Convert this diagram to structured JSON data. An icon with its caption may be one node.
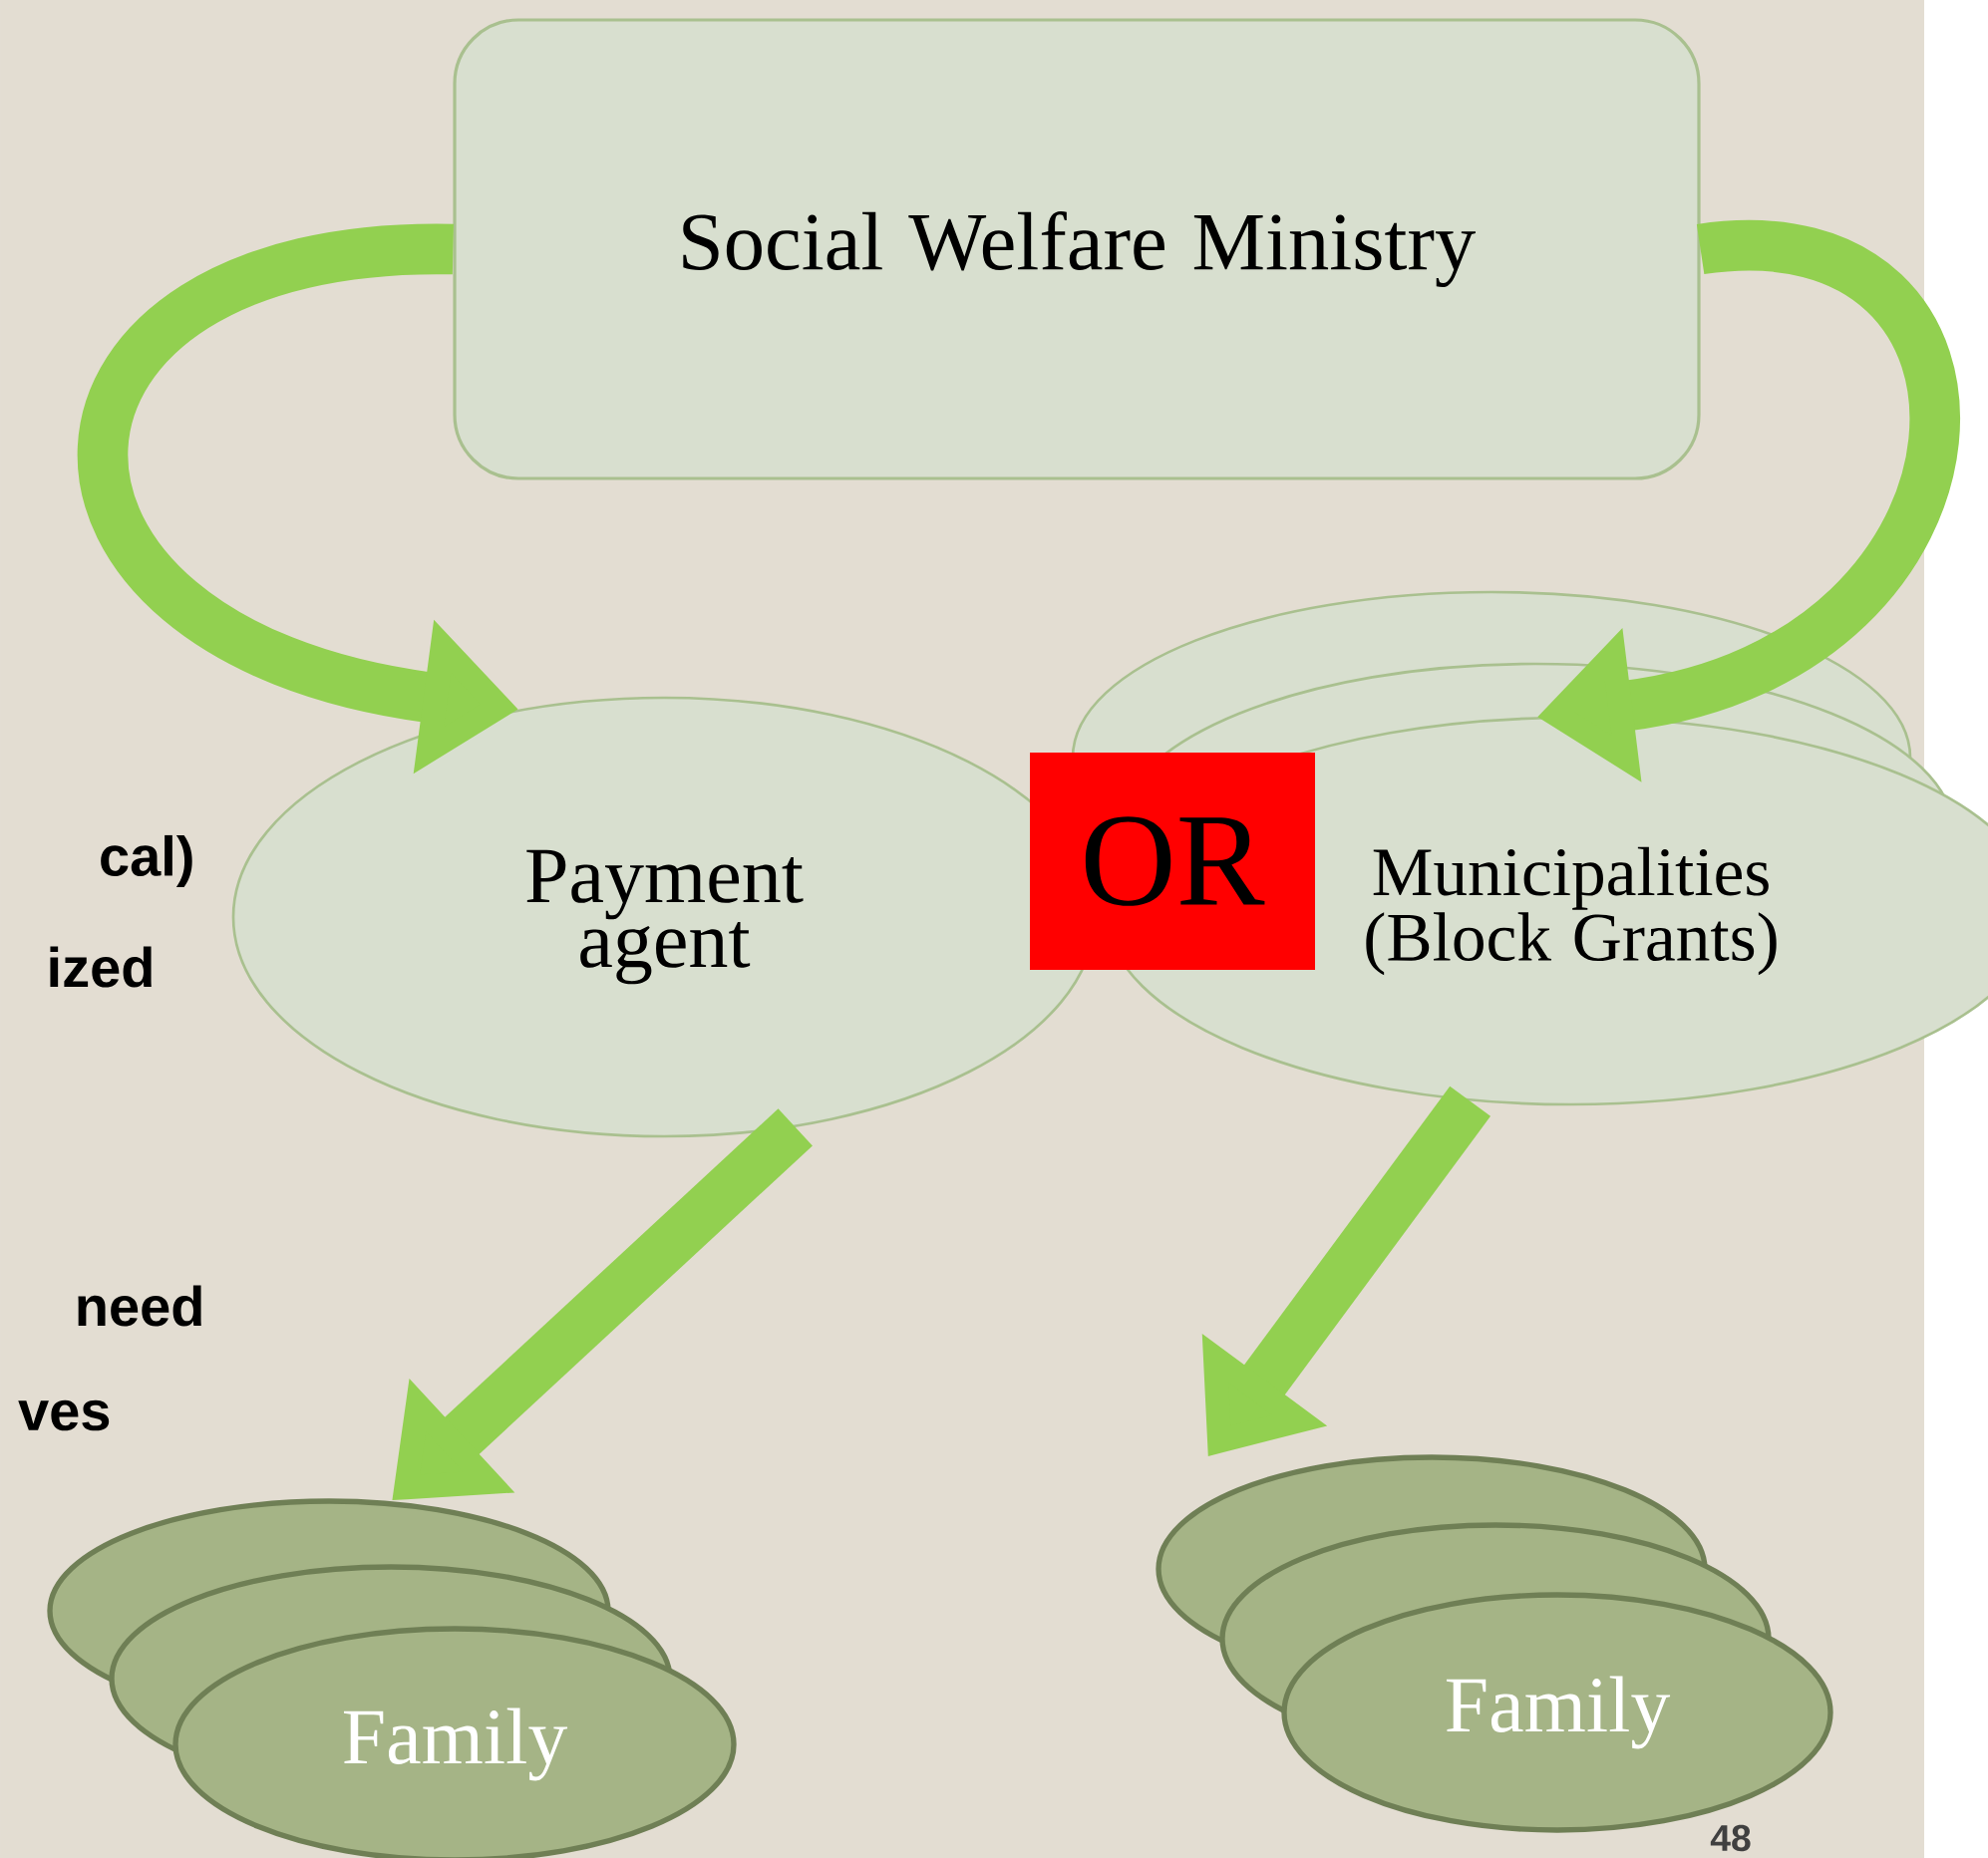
{
  "diagram": {
    "nodes": [
      {
        "text": [
          "Social Welfare Ministry"
        ]
      },
      {
        "text": [
          "Payment agent"
        ]
      },
      {
        "text": [
          "Municipalities (Block Grants)"
        ]
      },
      {
        "text": [
          "OR"
        ]
      },
      {
        "text": [
          "Family"
        ]
      },
      {
        "text": [
          "Family"
        ]
      }
    ],
    "edges": [
      {
        "from": 0,
        "to": 1,
        "arrow": "to"
      },
      {
        "from": 0,
        "to": 2,
        "arrow": "to"
      },
      {
        "from": 1,
        "to": 4,
        "arrow": "to"
      },
      {
        "from": 2,
        "to": 5,
        "arrow": "to"
      }
    ],
    "labels": [
      "cal)",
      "ized",
      "need",
      "ves",
      "48"
    ]
  }
}
